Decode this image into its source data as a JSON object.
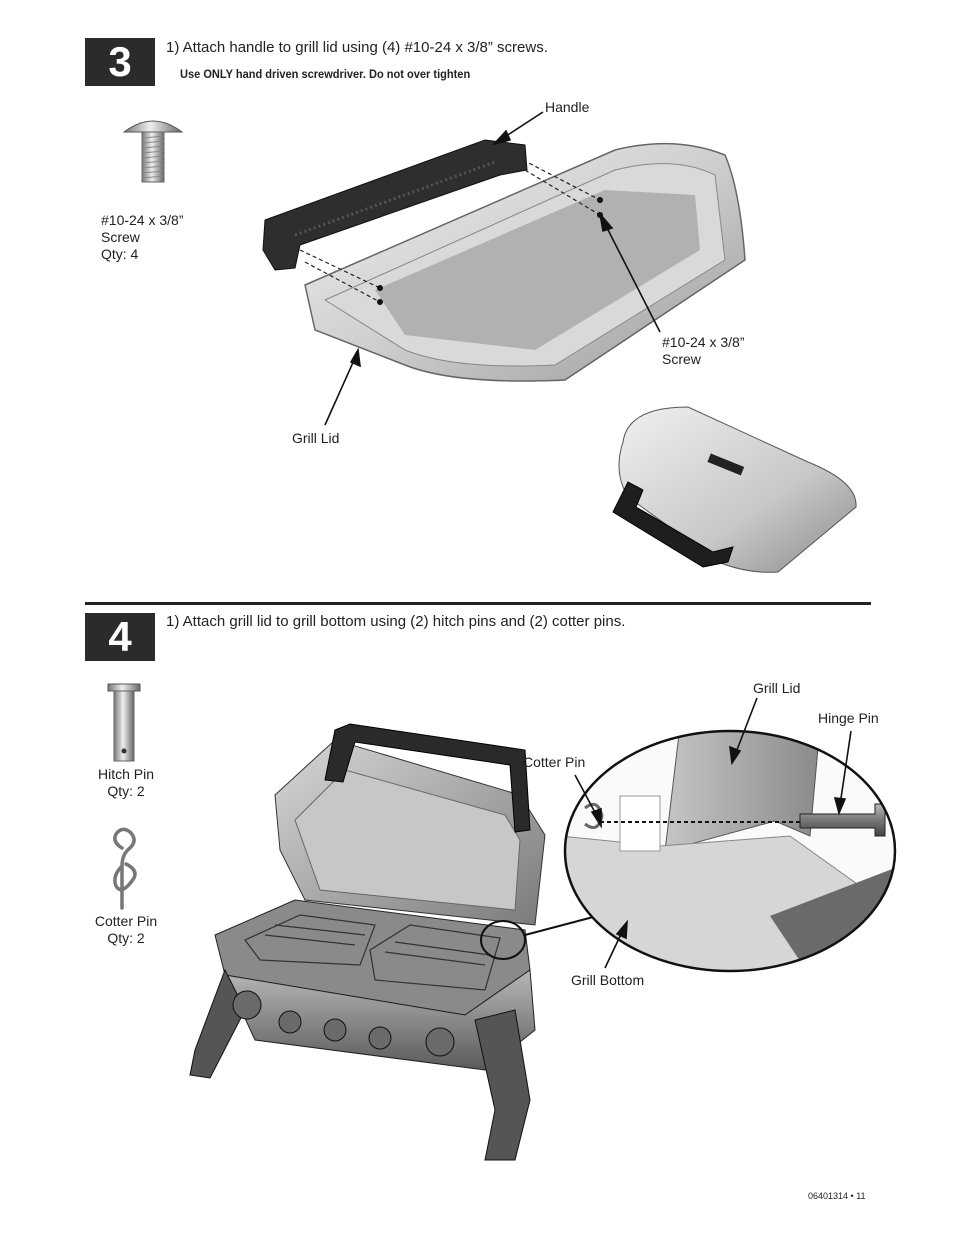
{
  "step3": {
    "number": "3",
    "instruction": "1)  Attach handle to grill lid using (4) #10-24 x 3/8” screws.",
    "note": "Use ONLY hand driven screwdriver.  Do not over tighten",
    "labels": {
      "handle": "Handle",
      "screw_part": "#10-24 x 3/8”\nScrew\nQty: 4",
      "screw_callout": "#10-24 x 3/8”\nScrew",
      "grill_lid": "Grill Lid"
    }
  },
  "step4": {
    "number": "4",
    "instruction": "1)  Attach grill lid to grill bottom using (2) hitch pins and (2) cotter pins.",
    "labels": {
      "hitch_pin": "Hitch Pin\nQty: 2",
      "cotter_pin_part": "Cotter Pin\nQty: 2",
      "grill_lid": "Grill Lid",
      "hinge_pin": "Hinge Pin",
      "cotter_pin": "Cotter Pin",
      "grill_bottom": "Grill Bottom"
    }
  },
  "footer": {
    "doc_number": "06401314  •  11"
  }
}
